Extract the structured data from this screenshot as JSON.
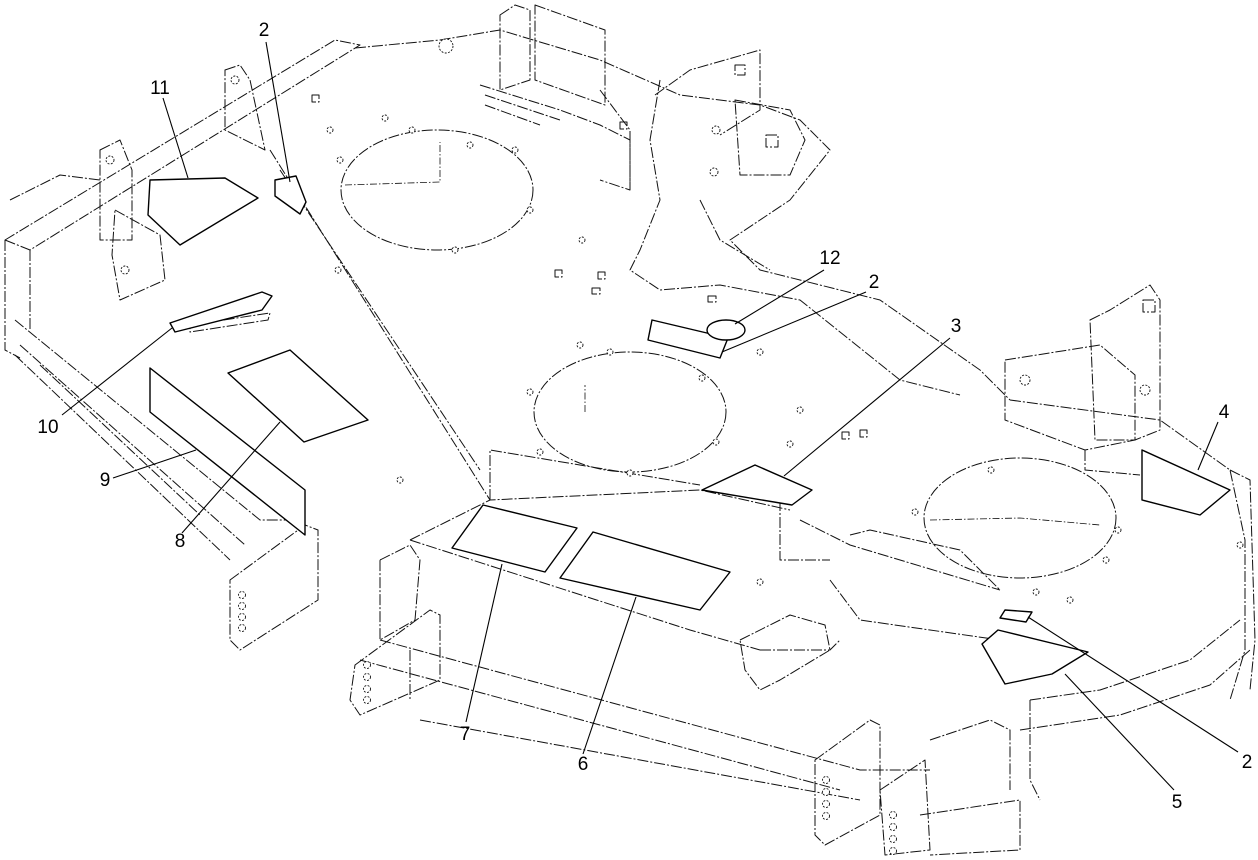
{
  "callouts": [
    {
      "id": "c2a",
      "label": "2"
    },
    {
      "id": "c11",
      "label": "11"
    },
    {
      "id": "c12",
      "label": "12"
    },
    {
      "id": "c2b",
      "label": "2"
    },
    {
      "id": "c3",
      "label": "3"
    },
    {
      "id": "c4",
      "label": "4"
    },
    {
      "id": "c10",
      "label": "10"
    },
    {
      "id": "c9",
      "label": "9"
    },
    {
      "id": "c8",
      "label": "8"
    },
    {
      "id": "c7",
      "label": "7"
    },
    {
      "id": "c6",
      "label": "6"
    },
    {
      "id": "c5",
      "label": "5"
    },
    {
      "id": "c2c",
      "label": "2"
    }
  ]
}
